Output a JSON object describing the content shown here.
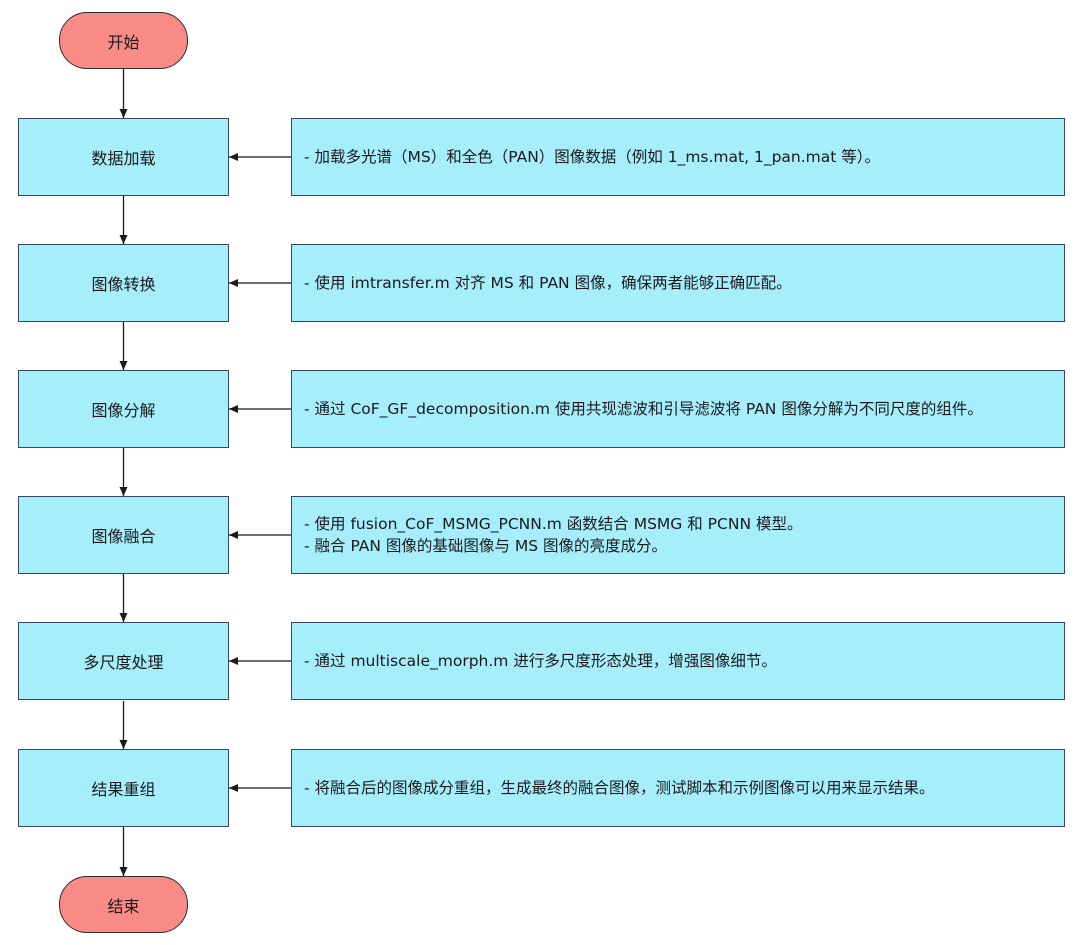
{
  "start": "开始",
  "end": "结束",
  "steps": [
    {
      "label": "数据加载",
      "notes": [
        "- 加载多光谱（MS）和全色（PAN）图像数据（例如 1_ms.mat, 1_pan.mat 等）。"
      ]
    },
    {
      "label": "图像转换",
      "notes": [
        "- 使用 imtransfer.m 对齐 MS 和 PAN 图像，确保两者能够正确匹配。"
      ]
    },
    {
      "label": "图像分解",
      "notes": [
        "- 通过 CoF_GF_decomposition.m 使用共现滤波和引导滤波将 PAN 图像分解为不同尺度的组件。"
      ]
    },
    {
      "label": "图像融合",
      "notes": [
        "- 使用 fusion_CoF_MSMG_PCNN.m 函数结合 MSMG 和 PCNN 模型。",
        "- 融合 PAN 图像的基础图像与 MS 图像的亮度成分。"
      ]
    },
    {
      "label": "多尺度处理",
      "notes": [
        "- 通过 multiscale_morph.m 进行多尺度形态处理，增强图像细节。"
      ]
    },
    {
      "label": "结果重组",
      "notes": [
        "- 将融合后的图像成分重组，生成最终的融合图像，测试脚本和示例图像可以用来显示结果。"
      ]
    }
  ],
  "colors": {
    "terminal_fill": "#f98b86",
    "step_fill": "#a6eefc",
    "stroke": "#34495e",
    "arrow": "#1a1a1a"
  }
}
